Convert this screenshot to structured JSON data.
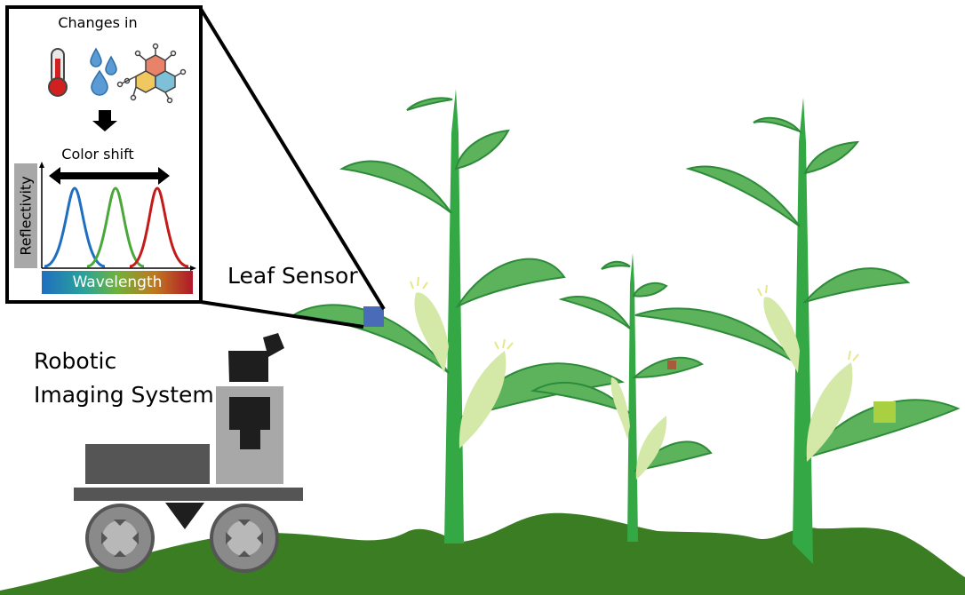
{
  "labels": {
    "leaf_sensor": "Leaf Sensor",
    "robot_line1": "Robotic",
    "robot_line2": "Imaging System"
  },
  "inset": {
    "title": "Changes in",
    "icons": [
      "thermometer-icon",
      "water-drops-icon",
      "molecule-icon"
    ],
    "arrow": "down-arrow",
    "shift_label": "Color shift",
    "y_axis": "Reflectivity",
    "x_axis": "Wavelength",
    "peak_colors": [
      "#1f6fc0",
      "#4aa83a",
      "#c41a1a"
    ]
  },
  "colors": {
    "ground": "#3a7d22",
    "stem": "#34a845",
    "leaf": "#5cb35c",
    "leaf_dark": "#2e8b3a",
    "husk": "#d4e8a8",
    "sensor_blue": "#4a6cb8",
    "sensor_brown": "#a85a3a",
    "sensor_yellow": "#a8d040",
    "robot_dark": "#1e1e1e",
    "robot_gray": "#a8a8a8",
    "robot_mid": "#555555"
  }
}
